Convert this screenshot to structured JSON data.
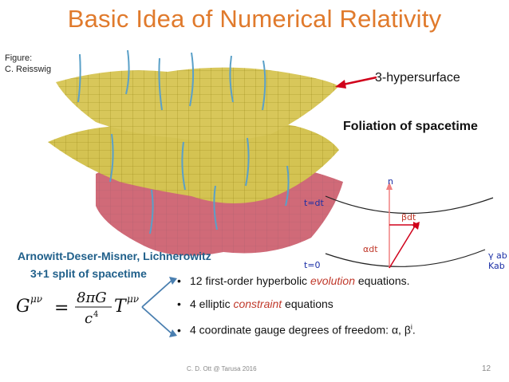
{
  "title": "Basic Idea of Numerical Relativity",
  "credit": {
    "line1": "Figure:",
    "line2": "C. Reisswig"
  },
  "labels": {
    "hypersurface": "3-hypersurface",
    "foliation": "Foliation of spacetime",
    "adm_line1": "Arnowitt-Deser-Misner,  Lichnerowitz",
    "adm_line2": "3+1 split of spacetime"
  },
  "diagram": {
    "n": "n",
    "t_dt": "t=dt",
    "t_0": "t=0",
    "beta_dt": "βdt",
    "alpha_dt": "αdt",
    "gamma_ab": "γ ab",
    "k_ab": "Kab"
  },
  "equation": {
    "lhs": "G",
    "lhs_sup": "μν",
    "eq": "=",
    "num": "8πG",
    "den": "c",
    "den_sup": "4",
    "rhs": "T",
    "rhs_sup": "μν"
  },
  "bullets": [
    {
      "pre": "12 first-order hyperbolic ",
      "em": "evolution",
      "post": " equations."
    },
    {
      "pre": "4 elliptic ",
      "em": "constraint",
      "post": " equations"
    },
    {
      "pre": "4 coordinate gauge degrees of freedom: α, β",
      "em": "",
      "post": "i",
      "sup": true,
      "end": "."
    }
  ],
  "footer": "C. D. Ott @ Tarusa 2016",
  "page_number": "12",
  "colors": {
    "title": "#e07a2c",
    "adm": "#1f5f8a",
    "emphasis": "#c0392b",
    "arrow": "#d0021b"
  }
}
